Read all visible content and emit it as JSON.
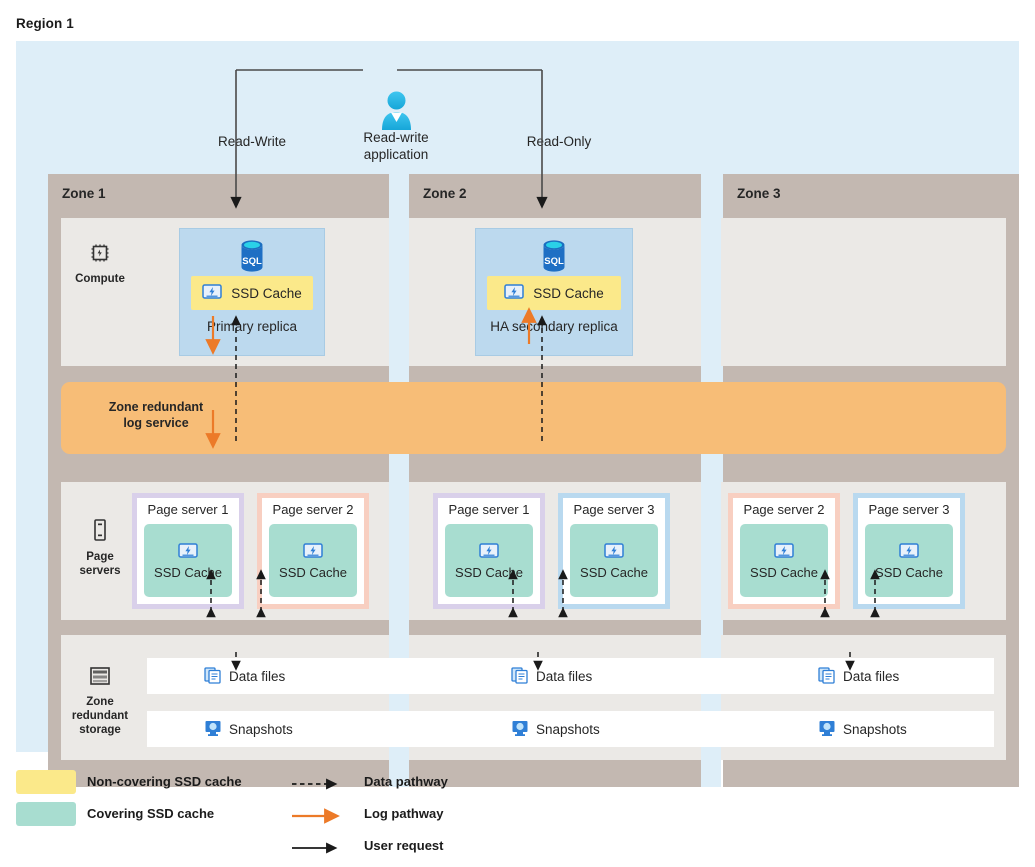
{
  "region": {
    "title": "Region 1"
  },
  "application": {
    "icon": "user-icon",
    "label": "Read-write\napplication",
    "label_line1": "Read-write",
    "label_line2": "application",
    "read_write_label": "Read-Write",
    "read_only_label": "Read-Only"
  },
  "zones": [
    {
      "title": "Zone 1"
    },
    {
      "title": "Zone 2"
    },
    {
      "title": "Zone 3"
    }
  ],
  "rails": {
    "compute": {
      "label": "Compute",
      "icon": "cpu-chip-icon"
    },
    "page_servers": {
      "label_line1": "Page",
      "label_line2": "servers",
      "icon": "server-icon"
    },
    "storage": {
      "label_line1": "Zone",
      "label_line2": "redundant",
      "label_line3": "storage",
      "icon": "storage-stack-icon"
    }
  },
  "compute": {
    "replicas": [
      {
        "name": "Primary replica",
        "cache_label": "SSD Cache",
        "db_icon": "sql-database-icon",
        "cache_icon": "ssd-drive-icon",
        "zone": "Zone 1"
      },
      {
        "name": "HA secondary replica",
        "cache_label": "SSD Cache",
        "db_icon": "sql-database-icon",
        "cache_icon": "ssd-drive-icon",
        "zone": "Zone 2"
      }
    ]
  },
  "log_service": {
    "label_line1": "Zone redundant",
    "label_line2": "log service",
    "color": "#f7bd77"
  },
  "page_servers": [
    {
      "title": "Page server 1",
      "cache_label": "SSD Cache",
      "border": "#d9d0ea",
      "zone": "Zone 1"
    },
    {
      "title": "Page server 2",
      "cache_label": "SSD Cache",
      "border": "#f8cfc1",
      "zone": "Zone 1"
    },
    {
      "title": "Page server 1",
      "cache_label": "SSD Cache",
      "border": "#d9d0ea",
      "zone": "Zone 2"
    },
    {
      "title": "Page server 3",
      "cache_label": "SSD Cache",
      "border": "#b9d9ef",
      "zone": "Zone 2"
    },
    {
      "title": "Page server 2",
      "cache_label": "SSD Cache",
      "border": "#f8cfc1",
      "zone": "Zone 3"
    },
    {
      "title": "Page server 3",
      "cache_label": "SSD Cache",
      "border": "#b9d9ef",
      "zone": "Zone 3"
    }
  ],
  "storage": {
    "data_files_label": "Data files",
    "snapshots_label": "Snapshots",
    "data_files_icon": "documents-icon",
    "snapshots_icon": "snapshot-monitor-icon",
    "columns": 3
  },
  "legend": {
    "non_covering_cache": "Non-covering SSD cache",
    "covering_cache": "Covering SSD cache",
    "data_pathway": "Data pathway",
    "log_pathway": "Log pathway",
    "user_request": "User request",
    "colors": {
      "non_covering": "#fbe98a",
      "covering": "#a8ddd0",
      "log_pathway": "#ec7a28",
      "data_pathway": "#1a1a1a",
      "user_request": "#1a1a1a"
    }
  },
  "palette": {
    "region_bg": "#deeef8",
    "zone_bg": "#c3b8b1",
    "band_bg": "#ebe9e6",
    "replica_bg": "#bcd9ee",
    "log_bg": "#f7bd77"
  }
}
